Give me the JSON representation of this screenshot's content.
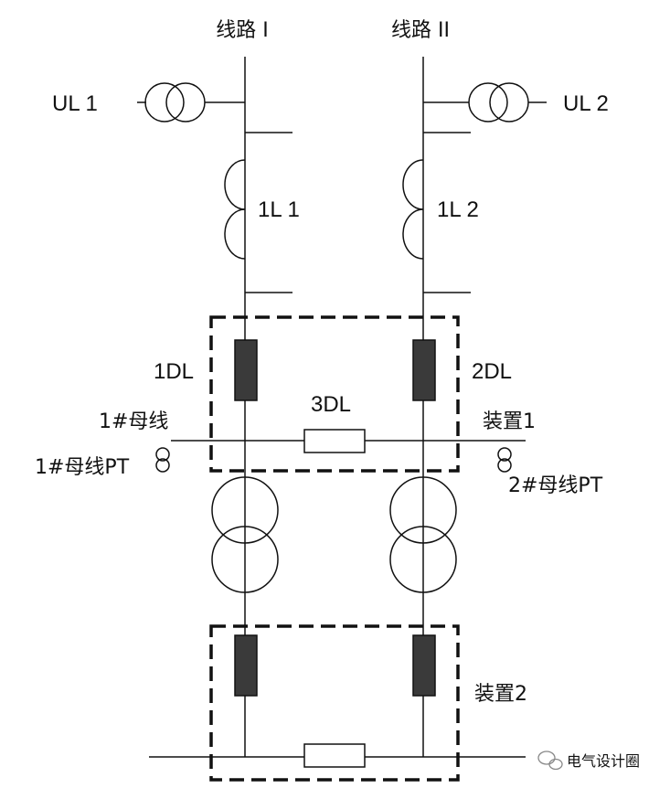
{
  "lines": {
    "line1": "线路 I",
    "line2": "线路 II"
  },
  "labels": {
    "ul1": "UL 1",
    "ul2": "UL 2",
    "l1": "1L 1",
    "l2": "1L 2",
    "dl1": "1DL",
    "dl2": "2DL",
    "dl3": "3DL",
    "bus1": "1#母线",
    "device1": "装置1",
    "bus1_pt": "1#母线PT",
    "bus2_pt": "2#母线PT",
    "device2": "装置2"
  },
  "watermark": {
    "text": "电气设计圈"
  }
}
